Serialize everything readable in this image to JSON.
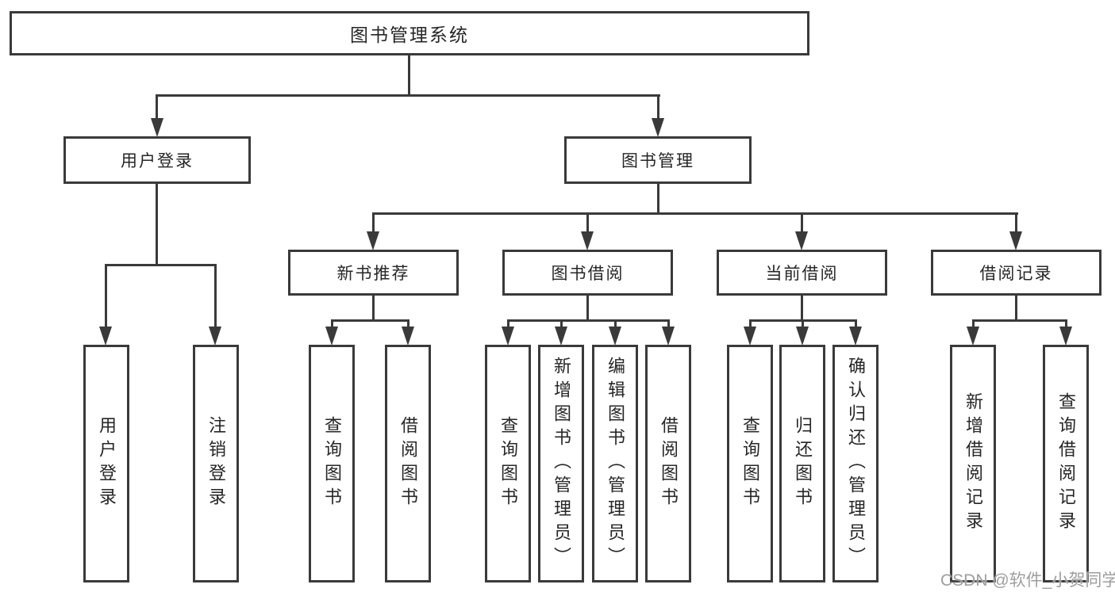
{
  "tree": {
    "label": "图书管理系统",
    "children": [
      {
        "label": "用户登录",
        "children": [
          {
            "label": "用户登录"
          },
          {
            "label": "注销登录"
          }
        ]
      },
      {
        "label": "图书管理",
        "children": [
          {
            "label": "新书推荐",
            "children": [
              {
                "label": "查询图书"
              },
              {
                "label": "借阅图书"
              }
            ]
          },
          {
            "label": "图书借阅",
            "children": [
              {
                "label": "查询图书"
              },
              {
                "label": "新增图书（管理员）"
              },
              {
                "label": "编辑图书（管理员）"
              },
              {
                "label": "借阅图书"
              }
            ]
          },
          {
            "label": "当前借阅",
            "children": [
              {
                "label": "查询图书"
              },
              {
                "label": "归还图书"
              },
              {
                "label": "确认归还（管理员）"
              }
            ]
          },
          {
            "label": "借阅记录",
            "children": [
              {
                "label": "新增借阅记录"
              },
              {
                "label": "查询借阅记录"
              }
            ]
          }
        ]
      }
    ]
  },
  "watermark": {
    "text": "CSDN @软件_小贺同学"
  },
  "colors": {
    "line": "#3a3a3a",
    "text": "#262626",
    "watermark": "#9e9e9e",
    "bg": "#ffffff"
  }
}
